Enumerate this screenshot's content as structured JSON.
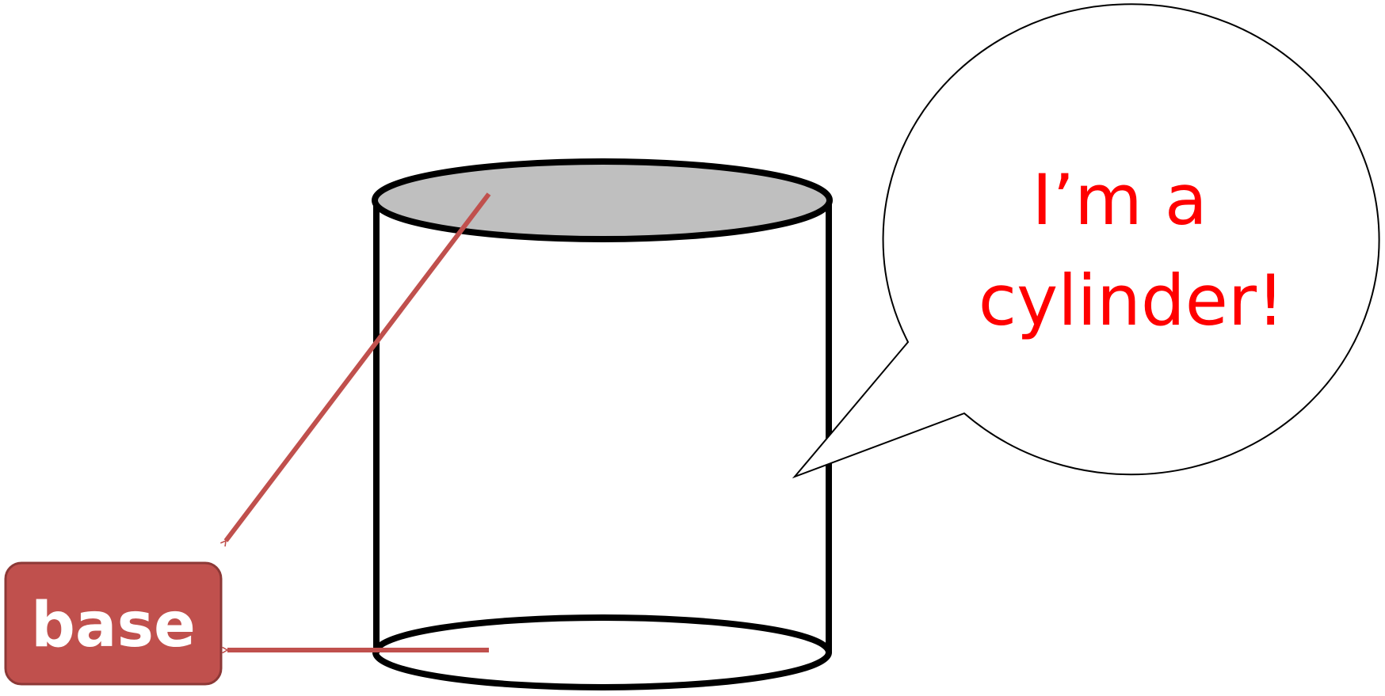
{
  "label_box": {
    "text": "base",
    "fill_color": "#c0504d",
    "border_color": "#8c3836",
    "text_color": "#ffffff"
  },
  "speech_bubble": {
    "lines": [
      "I’m a",
      "cylinder!"
    ],
    "text_color": "#ff0000"
  },
  "arrow_color": "#c0504d",
  "cylinder": {
    "top_fill": "#bfbfbf",
    "stroke_color": "#000000"
  }
}
